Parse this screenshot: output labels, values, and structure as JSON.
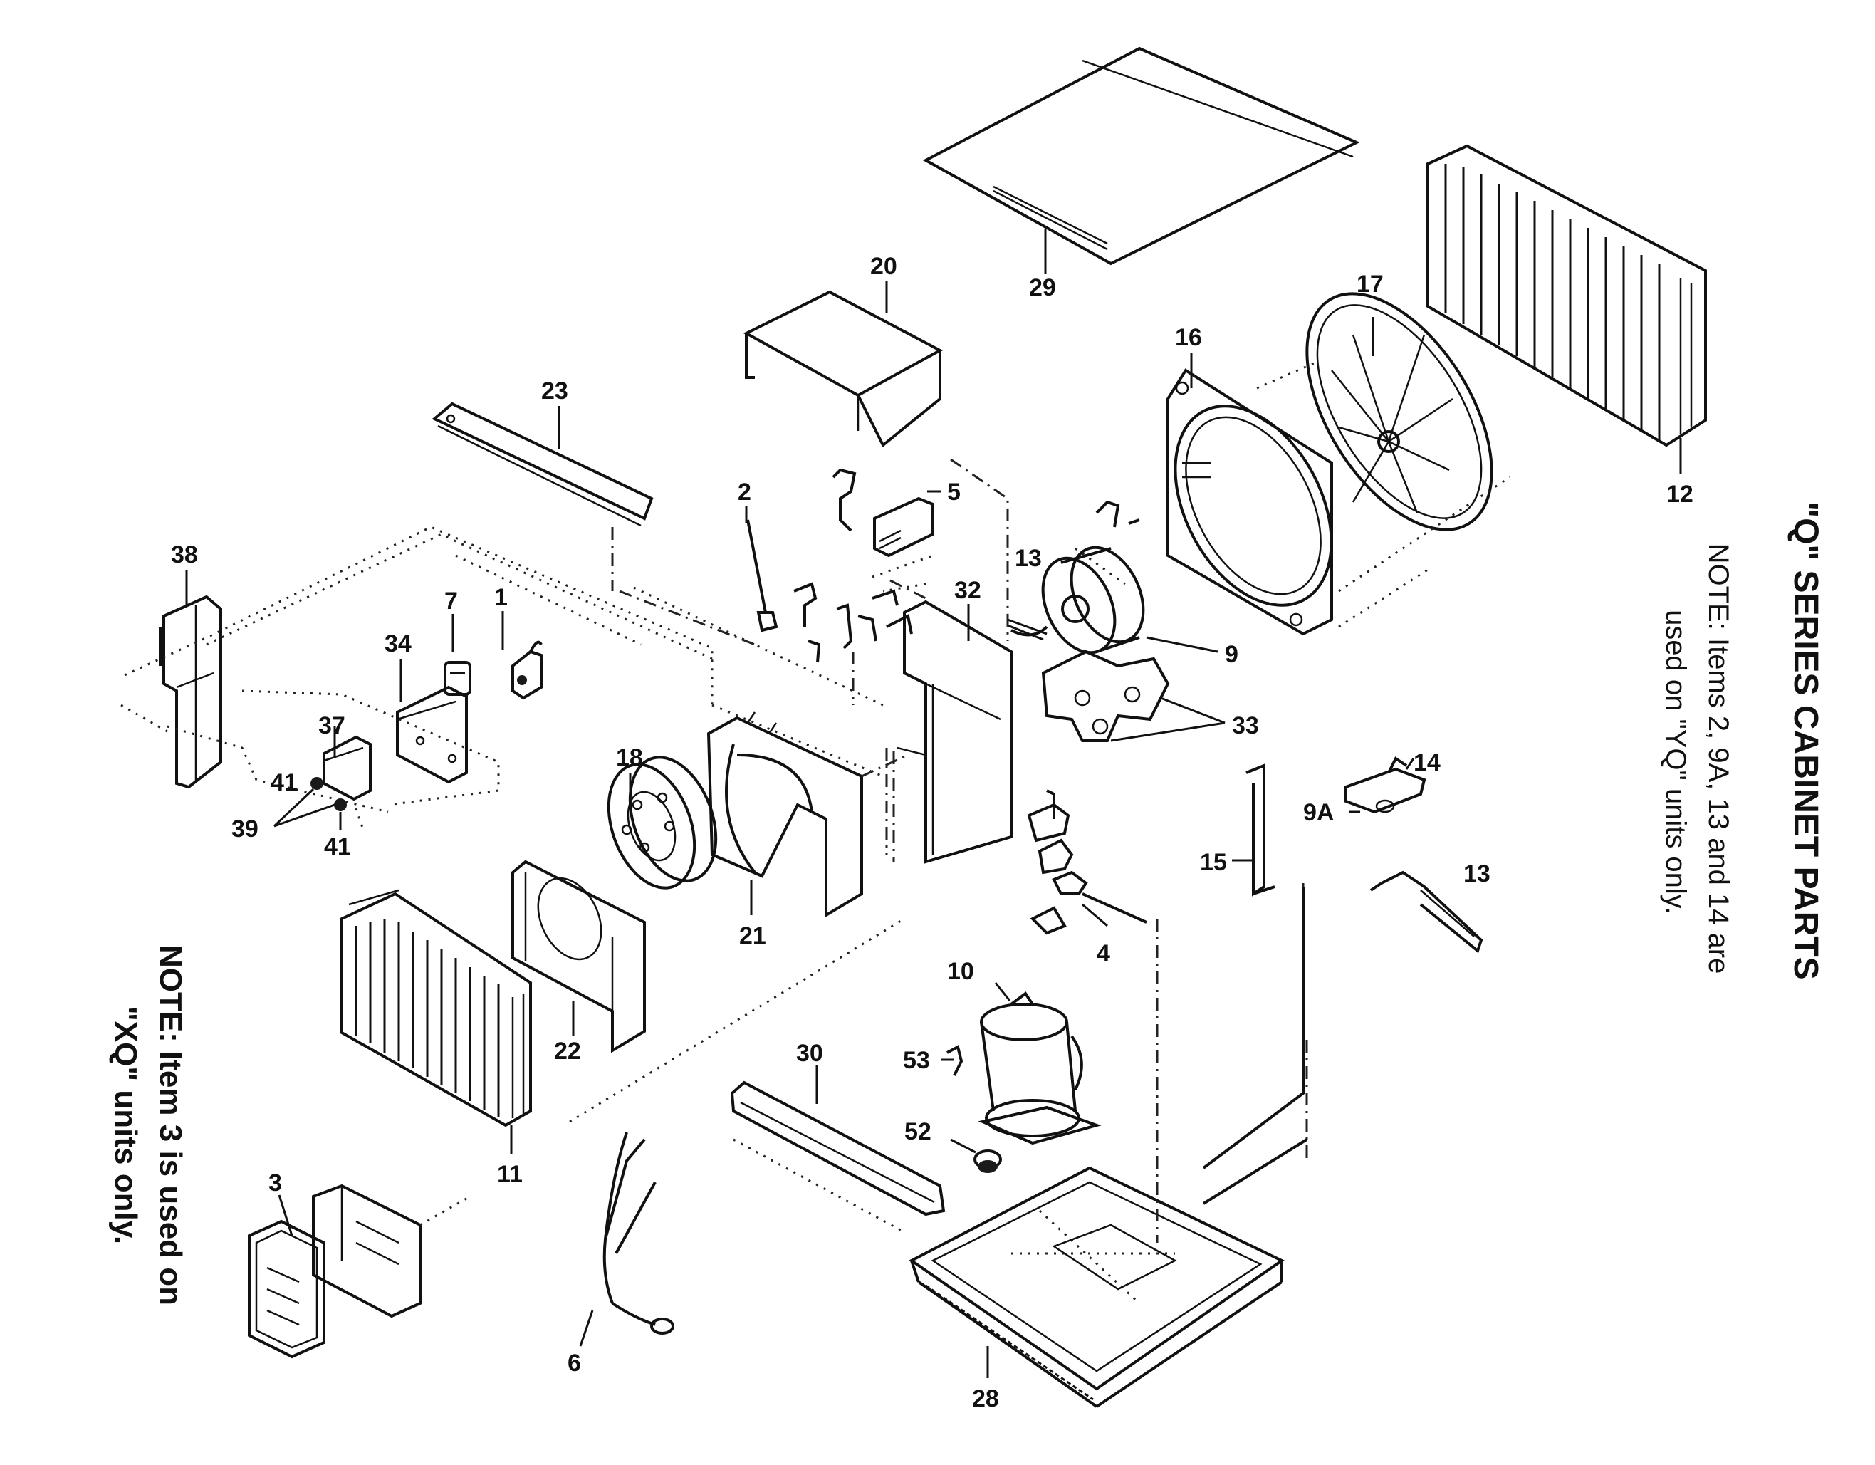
{
  "title": "\"Q\" SERIES CABINET PARTS",
  "note_right": {
    "line1": "NOTE:  Items 2, 9A, 13 and 14 are",
    "line2": "used on \"YQ\" units only."
  },
  "note_left": {
    "line1": "NOTE:  Item 3 is used on",
    "line2": "\"XQ\" units only."
  },
  "labels": {
    "l1": "1",
    "l2": "2",
    "l3": "3",
    "l4": "4",
    "l5": "5",
    "l6": "6",
    "l7": "7",
    "l9": "9",
    "l9a": "9A",
    "l10": "10",
    "l11": "11",
    "l12": "12",
    "l13": "13",
    "l13b": "13",
    "l14": "14",
    "l15": "15",
    "l16": "16",
    "l17": "17",
    "l18": "18",
    "l20": "20",
    "l21": "21",
    "l22": "22",
    "l23": "23",
    "l28": "28",
    "l29": "29",
    "l30": "30",
    "l32": "32",
    "l33": "33",
    "l34": "34",
    "l37": "37",
    "l38": "38",
    "l39": "39",
    "l41a": "41",
    "l41b": "41",
    "l52": "52",
    "l53": "53"
  }
}
